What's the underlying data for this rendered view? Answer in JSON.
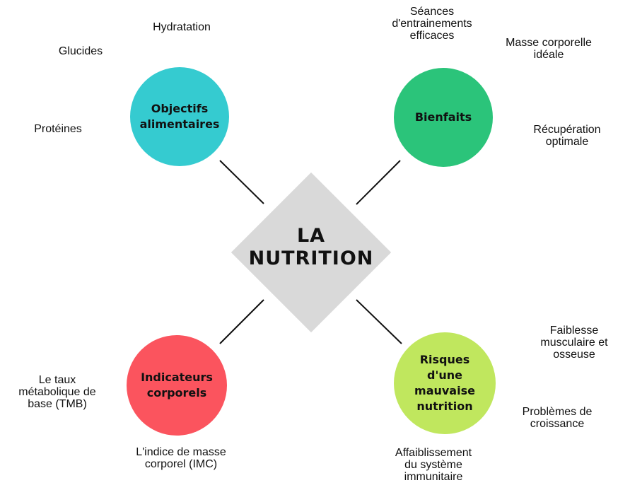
{
  "center": {
    "line1": "LA",
    "line2": "NUTRITION"
  },
  "colors": {
    "diamond": "#d9d9d9",
    "objectifs": "#35cbd0",
    "bienfaits": "#2bc47a",
    "indicateurs": "#fb545e",
    "risques": "#c0e75e",
    "connector": "#111111"
  },
  "nodes": {
    "objectifs": {
      "title": [
        "Objectifs",
        "alimentaires"
      ],
      "items": [
        {
          "lines": [
            "Hydratation"
          ]
        },
        {
          "lines": [
            "Glucides"
          ]
        },
        {
          "lines": [
            "Protéines"
          ]
        }
      ]
    },
    "bienfaits": {
      "title": [
        "Bienfaits"
      ],
      "items": [
        {
          "lines": [
            "Séances",
            "d'entrainements",
            "efficaces"
          ]
        },
        {
          "lines": [
            "Masse corporelle",
            "idéale"
          ]
        },
        {
          "lines": [
            "Récupération",
            "optimale"
          ]
        }
      ]
    },
    "indicateurs": {
      "title": [
        "Indicateurs",
        "corporels"
      ],
      "items": [
        {
          "lines": [
            "Le taux",
            "métabolique de",
            "base (TMB)"
          ]
        },
        {
          "lines": [
            "L'indice de masse",
            "corporel (IMC)"
          ]
        }
      ]
    },
    "risques": {
      "title": [
        "Risques",
        "d'une",
        "mauvaise",
        "nutrition"
      ],
      "items": [
        {
          "lines": [
            "Faiblesse",
            "musculaire et",
            "osseuse"
          ]
        },
        {
          "lines": [
            "Problèmes de",
            "croissance"
          ]
        },
        {
          "lines": [
            "Affaiblissement",
            "du système",
            "immunitaire"
          ]
        }
      ]
    }
  }
}
